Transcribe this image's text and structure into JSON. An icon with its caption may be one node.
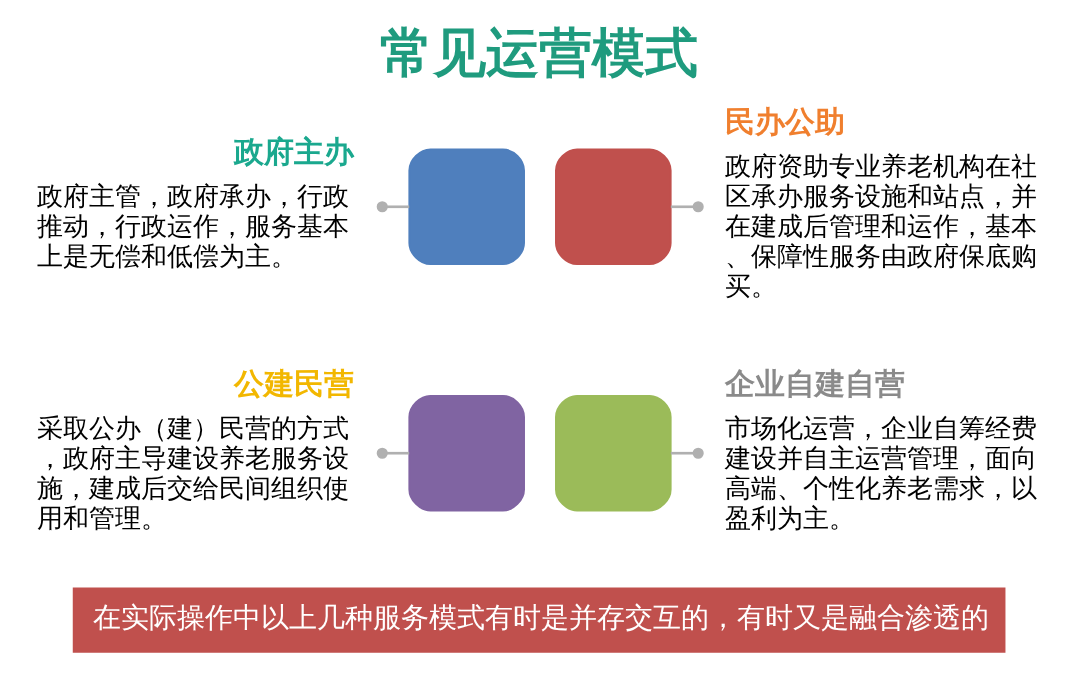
{
  "diagram": {
    "title": "常见运营模式",
    "nodes": [
      {
        "text": [
          "政府主办",
          "政府主管，政府承办，行政推动，行政运作，服务基本上是无偿和低偿为主。"
        ]
      },
      {
        "text": [],
        "shape": "arc"
      },
      {
        "text": [],
        "shape": "arc"
      },
      {
        "text": [
          "民办公助",
          "政府资助专业养老机构在社区承办服务设施和站点，并在建成后管理和运作，基本、保障性服务由政府保底购买。"
        ]
      },
      {
        "text": [
          "公建民营",
          "采取公办（建）民营的方式，政府主导建设养老服务设施，建成后交给民间组织使用和管理。"
        ]
      },
      {
        "text": [],
        "shape": "arc"
      },
      {
        "text": [],
        "shape": "arc"
      },
      {
        "text": [
          "企业自建自营",
          "市场化运营，企业自筹经费建设并自主运营管理，面向高端、个性化养老需求，以盈利为主。"
        ]
      },
      {
        "text": [
          "在实际操作中以上几种服务模式有时是并存交互的，有时又是融合渗透的"
        ]
      }
    ],
    "edges": [
      {
        "from": 0,
        "to": 1,
        "arrow": "other"
      },
      {
        "from": 3,
        "to": 2,
        "arrow": "other"
      },
      {
        "from": 4,
        "to": 5,
        "arrow": "other"
      },
      {
        "from": 7,
        "to": 6,
        "arrow": "other"
      }
    ]
  }
}
